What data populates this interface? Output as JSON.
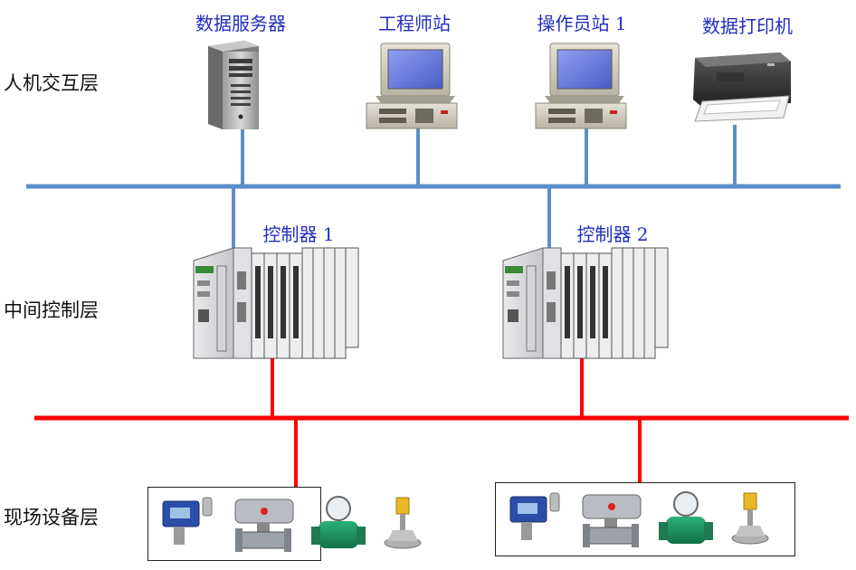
{
  "layers": {
    "hmi": "人机交互层",
    "control": "中间控制层",
    "field": "现场设备层"
  },
  "devices": {
    "data_server": "数据服务器",
    "engineer_station": "工程师站",
    "operator_station": "操作员站 1",
    "printer": "数据打印机",
    "controller_1": "控制器 1",
    "controller_2": "控制器 2"
  },
  "colors": {
    "upper_bus": "#5b8fc9",
    "field_bus": "#ff0000",
    "label_text": "#1f2fbf"
  }
}
